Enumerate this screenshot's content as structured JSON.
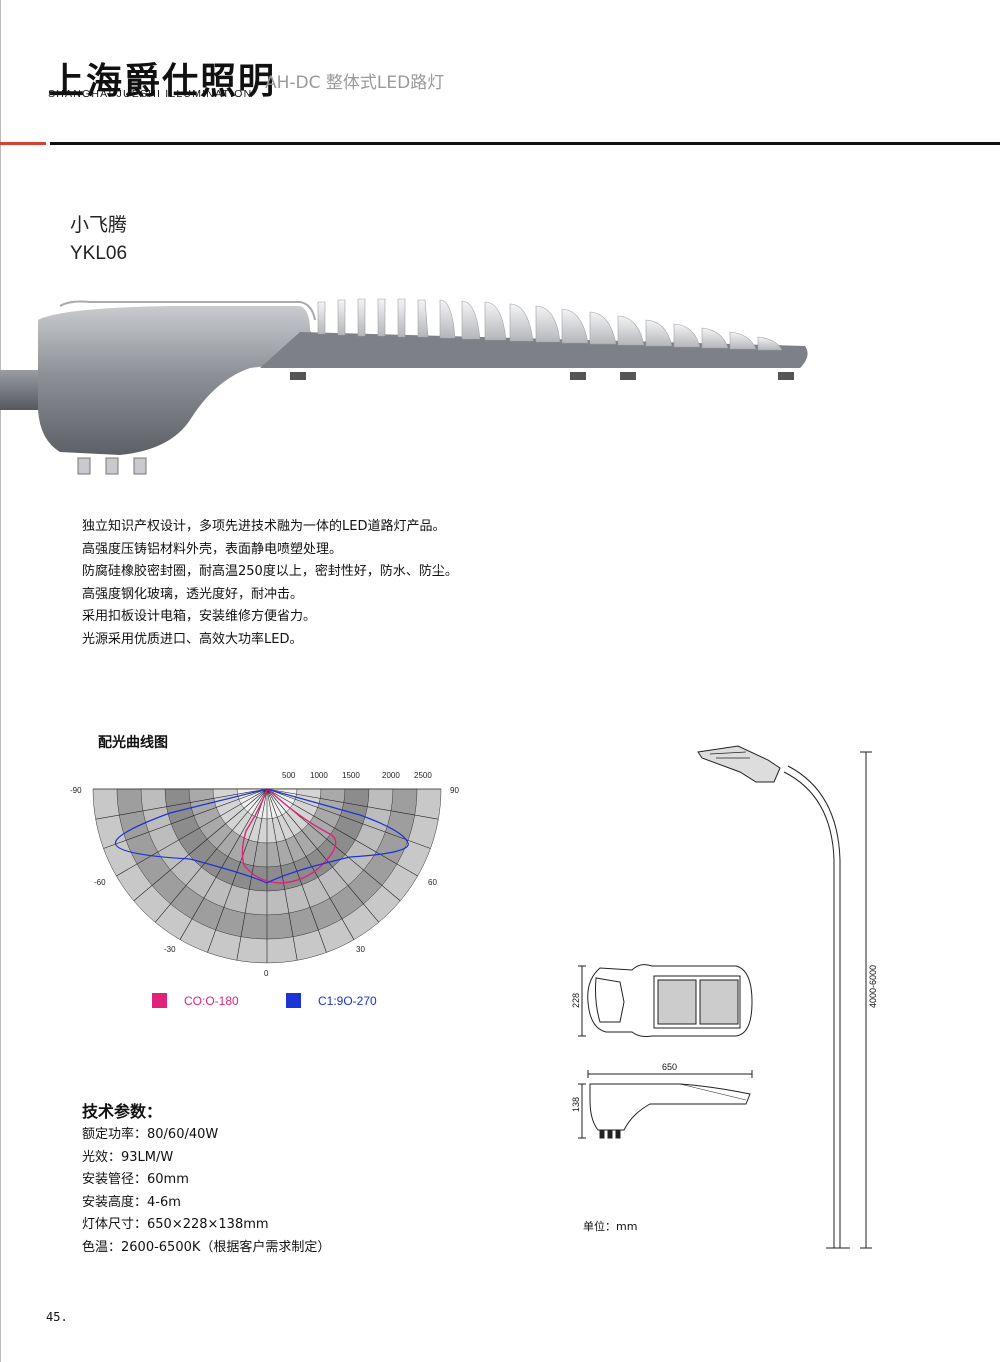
{
  "header": {
    "brand_cn": "上海爵仕照明",
    "brand_en": "SHANGHAI JUESHI ILLUMINATION",
    "title": "AH-DC 整体式LED路灯"
  },
  "product": {
    "name": "小飞腾",
    "code": "YKL06"
  },
  "features": [
    "独立知识产权设计，多项先进技术融为一体的LED道路灯产品。",
    "高强度压铸铝材料外壳，表面静电喷塑处理。",
    "防腐硅橡胶密封圈，耐高温250度以上，密封性好，防水、防尘。",
    "高强度钢化玻璃，透光度好，耐冲击。",
    "采用扣板设计电箱，安装维修方便省力。",
    "光源采用优质进口、高效大功率LED。"
  ],
  "light_curve": {
    "title": "配光曲线图",
    "radial_labels": [
      "500",
      "1000",
      "1500",
      "2000",
      "2500"
    ],
    "angle_labels": {
      "left90": "-90",
      "right90": "90",
      "left60": "-60",
      "right60": "60",
      "left30": "-30",
      "right30": "30",
      "zero": "0"
    },
    "legend": [
      {
        "label": "CO:O-180",
        "color": "#e0237a"
      },
      {
        "label": "C1:9O-270",
        "color": "#1c33d6"
      }
    ]
  },
  "specs": {
    "title": "技术参数：",
    "rows": [
      "额定功率：80/60/40W",
      "光效：93LM/W",
      "安装管径：60mm",
      "安装高度：4-6m",
      "灯体尺寸：650×228×138mm",
      "色温：2600-6500K（根据客户需求制定）"
    ]
  },
  "drawing": {
    "width_label": "228",
    "length_label": "650",
    "height_label": "138",
    "pole_label": "4000-6000",
    "unit": "单位：mm"
  },
  "footer": {
    "page": "45."
  }
}
